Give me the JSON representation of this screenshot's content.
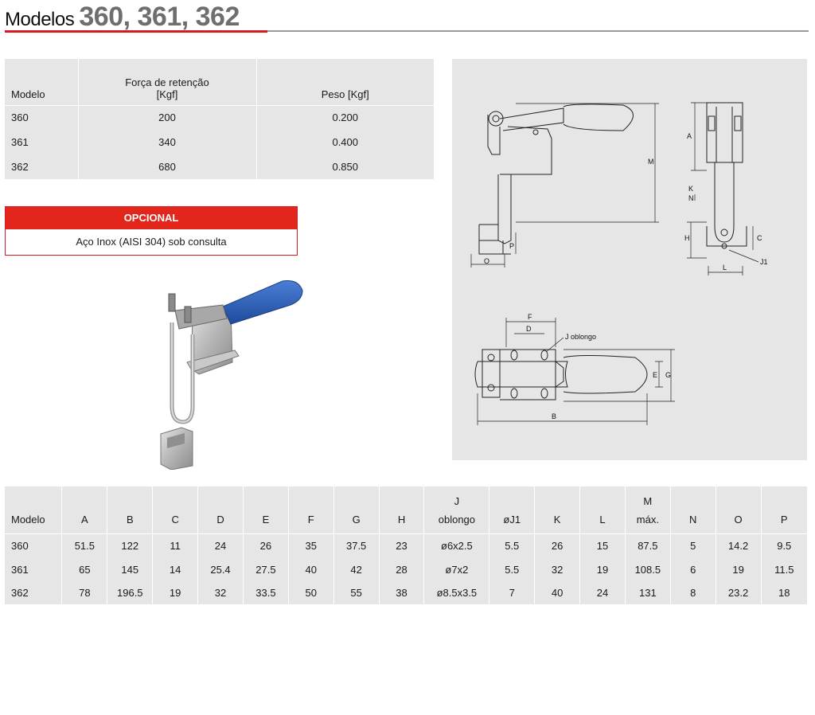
{
  "title": {
    "prefix": "Modelos ",
    "models": "360, 361, 362"
  },
  "retention_table": {
    "headers": {
      "model": "Modelo",
      "force_line1": "Força de retenção",
      "force_line2": "[Kgf]",
      "weight": "Peso  [Kgf]"
    },
    "rows": [
      {
        "model": "360",
        "force": "200",
        "weight": "0.200"
      },
      {
        "model": "361",
        "force": "340",
        "weight": "0.400"
      },
      {
        "model": "362",
        "force": "680",
        "weight": "0.850"
      }
    ]
  },
  "optional": {
    "title": "OPCIONAL",
    "text": "Aço Inox (AISI 304) sob consulta"
  },
  "drawing_labels": {
    "M": "M",
    "A": "A",
    "K": "K",
    "N": "N",
    "H": "H",
    "C": "C",
    "J1": "J1",
    "L": "L",
    "P": "P",
    "O": "O",
    "F": "F",
    "D": "D",
    "J_oblongo": "J oblongo",
    "B": "B",
    "E": "E",
    "G": "G"
  },
  "dimensions_table": {
    "headers": [
      {
        "top": "",
        "bottom": "Modelo"
      },
      {
        "top": "",
        "bottom": "A"
      },
      {
        "top": "",
        "bottom": "B"
      },
      {
        "top": "",
        "bottom": "C"
      },
      {
        "top": "",
        "bottom": "D"
      },
      {
        "top": "",
        "bottom": "E"
      },
      {
        "top": "",
        "bottom": "F"
      },
      {
        "top": "",
        "bottom": "G"
      },
      {
        "top": "",
        "bottom": "H"
      },
      {
        "top": "J",
        "bottom": "oblongo"
      },
      {
        "top": "",
        "bottom": "øJ1"
      },
      {
        "top": "",
        "bottom": "K"
      },
      {
        "top": "",
        "bottom": "L"
      },
      {
        "top": "M",
        "bottom": "máx."
      },
      {
        "top": "",
        "bottom": "N"
      },
      {
        "top": "",
        "bottom": "O"
      },
      {
        "top": "",
        "bottom": "P"
      }
    ],
    "rows": [
      [
        "360",
        "51.5",
        "122",
        "11",
        "24",
        "26",
        "35",
        "37.5",
        "23",
        "ø6x2.5",
        "5.5",
        "26",
        "15",
        "87.5",
        "5",
        "14.2",
        "9.5"
      ],
      [
        "361",
        "65",
        "145",
        "14",
        "25.4",
        "27.5",
        "40",
        "42",
        "28",
        "ø7x2",
        "5.5",
        "32",
        "19",
        "108.5",
        "6",
        "19",
        "11.5"
      ],
      [
        "362",
        "78",
        "196.5",
        "19",
        "32",
        "33.5",
        "50",
        "55",
        "38",
        "ø8.5x3.5",
        "7",
        "40",
        "24",
        "131",
        "8",
        "23.2",
        "18"
      ]
    ]
  },
  "colors": {
    "accent_red": "#e3261c",
    "handle_blue": "#2a5db0",
    "table_grey": "#e6e6e6"
  }
}
